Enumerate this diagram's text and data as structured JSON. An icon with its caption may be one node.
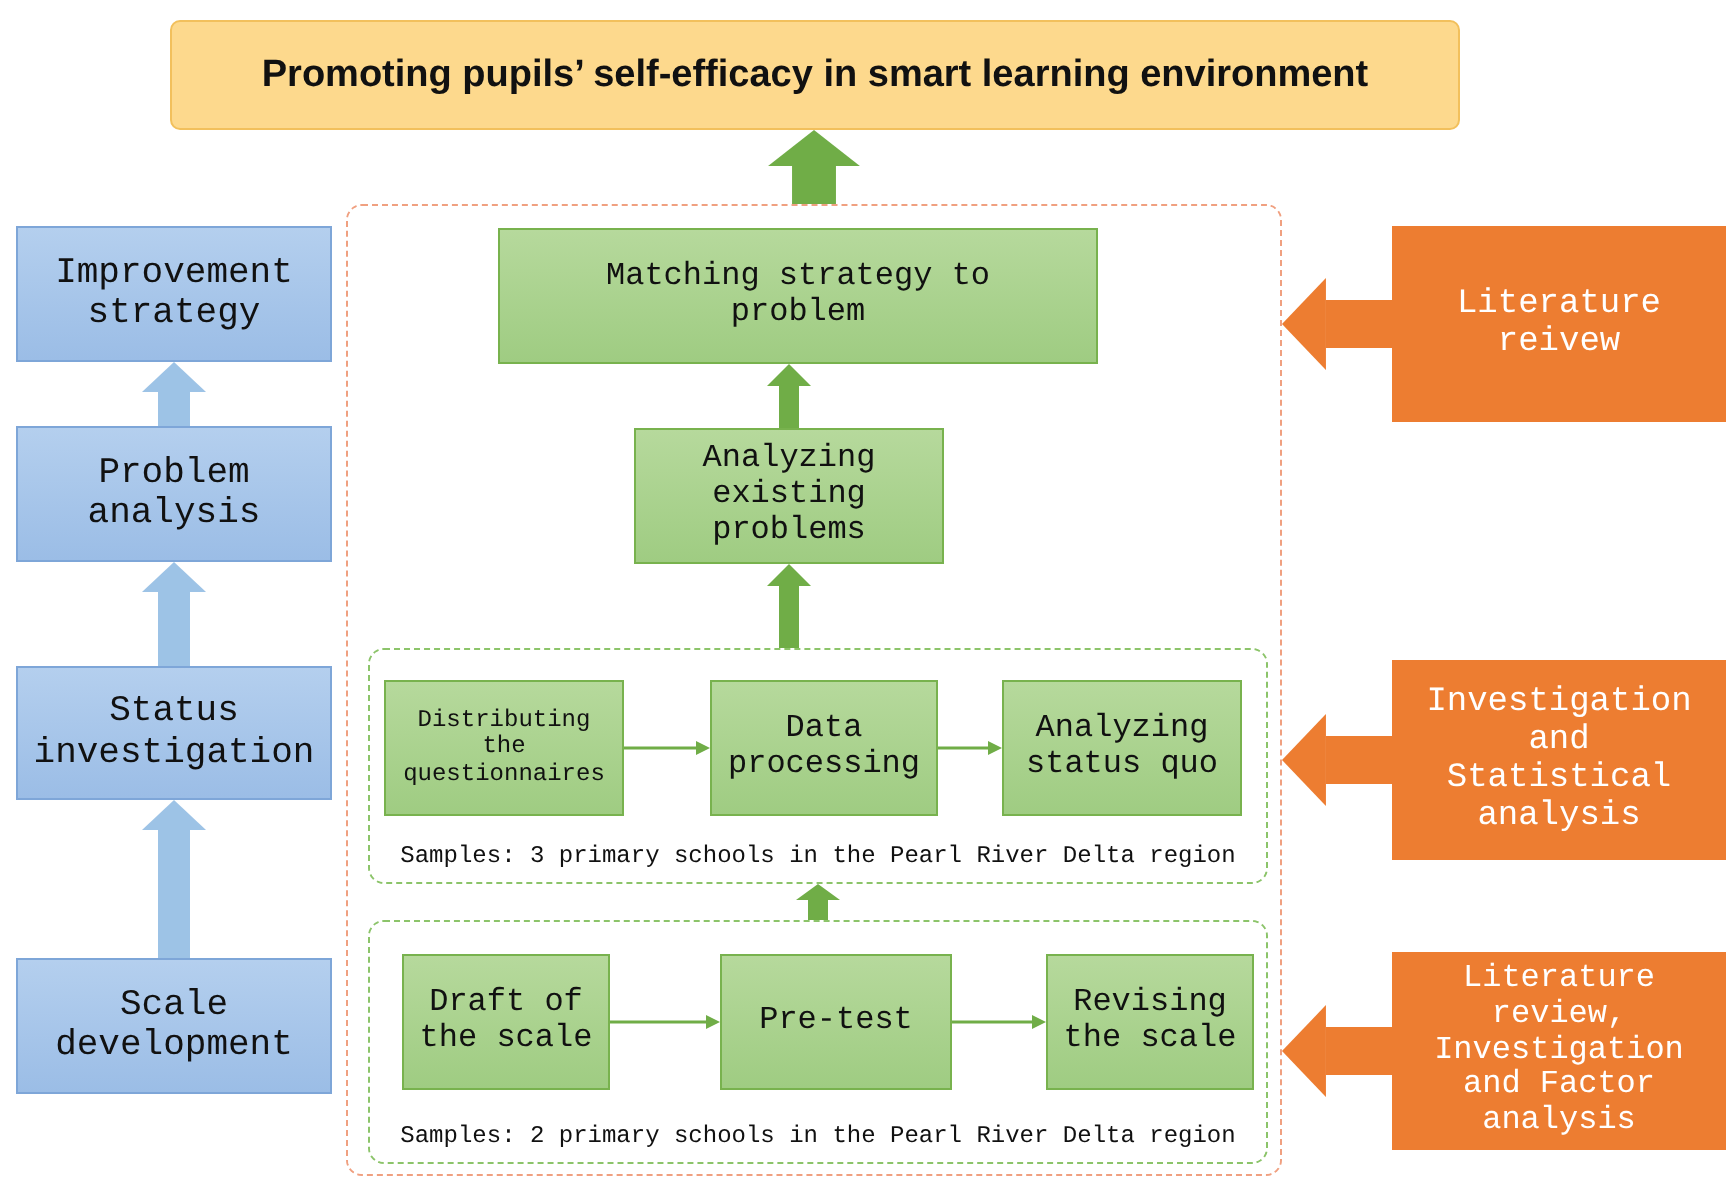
{
  "diagram": {
    "nodes": [
      {
        "text": [
          "Promoting pupils’ self-efficacy in smart learning environment"
        ]
      },
      {
        "text": [
          "Improvement strategy"
        ]
      },
      {
        "text": [
          "Problem analysis"
        ]
      },
      {
        "text": [
          "Status investigation"
        ]
      },
      {
        "text": [
          "Scale development"
        ]
      },
      {
        "text": [],
        "shape": "box"
      },
      {
        "text": [
          "Matching strategy to problem"
        ],
        "in": 5
      },
      {
        "text": [
          "Analyzing existing problems"
        ],
        "in": 5
      },
      {
        "text": [
          "Samples: 3 primary schools in the Pearl River Delta region"
        ],
        "in": 5
      },
      {
        "text": [
          "Distributing the questionnaires"
        ],
        "in": 8
      },
      {
        "text": [
          "Data processing"
        ],
        "in": 8
      },
      {
        "text": [
          "Analyzing status quo"
        ],
        "in": 8
      },
      {
        "text": [
          "Samples: 2 primary schools in the Pearl River Delta region"
        ],
        "in": 5
      },
      {
        "text": [
          "Draft of the scale"
        ],
        "in": 12
      },
      {
        "text": [
          "Pre-test"
        ],
        "in": 12
      },
      {
        "text": [
          "Revising the scale"
        ],
        "in": 12
      },
      {
        "text": [
          "Literature reivew"
        ]
      },
      {
        "text": [
          "Investigation and Statistical analysis"
        ]
      },
      {
        "text": [
          "Literature review, Investigation and Factor analysis"
        ]
      }
    ],
    "edges": [
      {
        "from": 2,
        "to": 1,
        "arrow": "to",
        "color": "#9dc3e6"
      },
      {
        "from": 3,
        "to": 2,
        "arrow": "to",
        "color": "#9dc3e6"
      },
      {
        "from": 4,
        "to": 3,
        "arrow": "to",
        "color": "#9dc3e6"
      },
      {
        "from": 5,
        "to": 0,
        "arrow": "to",
        "style": "thick"
      },
      {
        "from": 7,
        "to": 6,
        "arrow": "to"
      },
      {
        "from": 8,
        "to": 7,
        "arrow": "to"
      },
      {
        "from": 12,
        "to": 8,
        "arrow": "to"
      },
      {
        "from": 9,
        "to": 10,
        "arrow": "to"
      },
      {
        "from": 10,
        "to": 11,
        "arrow": "to"
      },
      {
        "from": 13,
        "to": 14,
        "arrow": "to"
      },
      {
        "from": 14,
        "to": 15,
        "arrow": "to"
      },
      {
        "from": 16,
        "to": 5,
        "arrow": "to",
        "style": "thick",
        "color": "#ed7d31"
      },
      {
        "from": 17,
        "to": 5,
        "arrow": "to",
        "style": "thick",
        "color": "#ed7d31"
      },
      {
        "from": 18,
        "to": 5,
        "arrow": "to",
        "style": "thick",
        "color": "#ed7d31"
      }
    ]
  }
}
